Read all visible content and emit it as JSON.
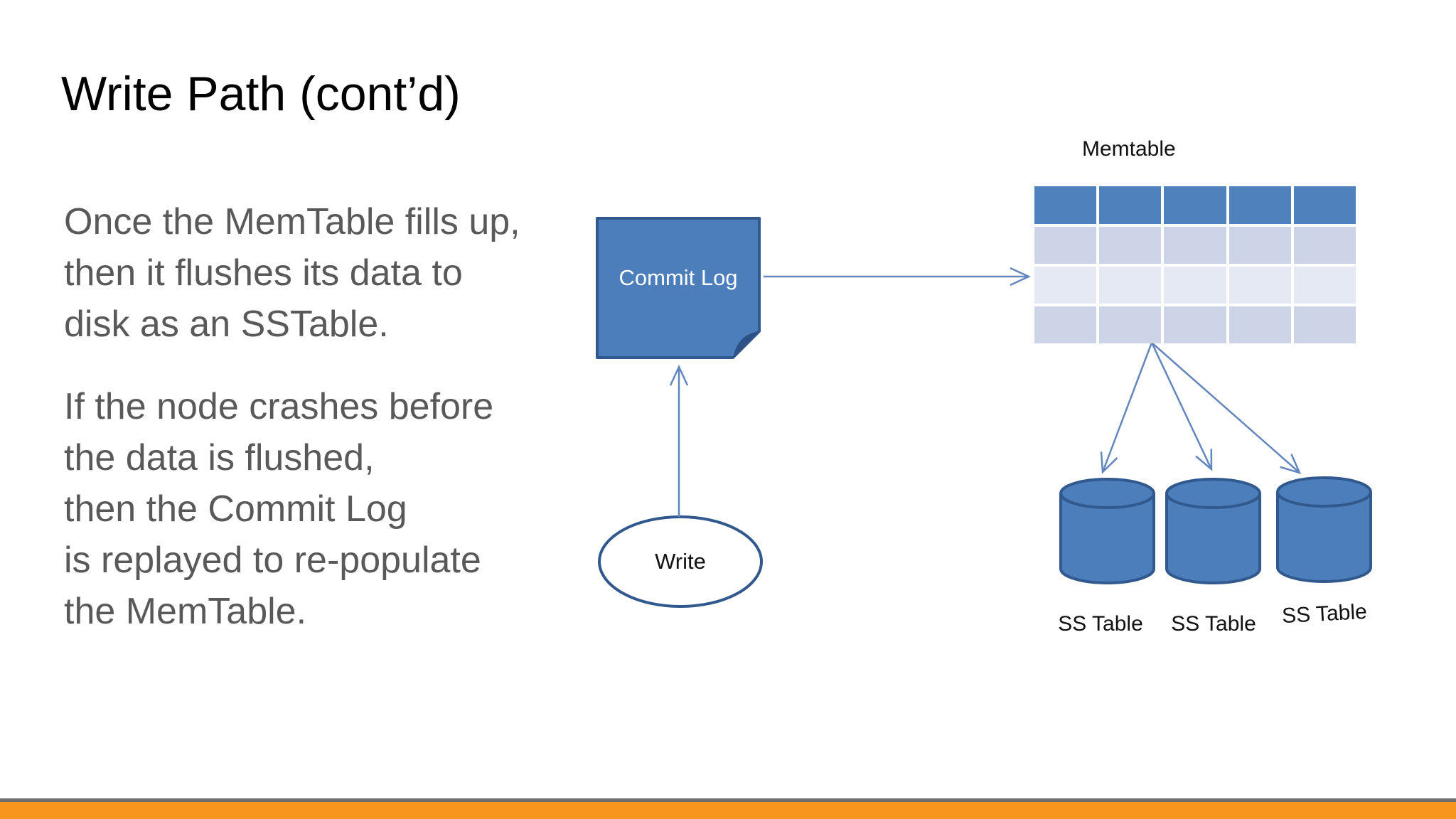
{
  "slide": {
    "title": "Write Path (cont’d)",
    "body": {
      "para1_lines": [
        "Once the MemTable fills up,",
        "then it flushes its data to",
        "disk as an SSTable."
      ],
      "para2_lines": [
        "If the node crashes before",
        "the data is flushed,",
        "then the Commit Log",
        "is replayed to re-populate",
        "the MemTable."
      ]
    }
  },
  "diagram": {
    "commit_log_label": "Commit Log",
    "write_label": "Write",
    "memtable_label": "Memtable",
    "sstable_labels": [
      "SS Table",
      "SS Table",
      "SS Table"
    ],
    "memtable_grid": {
      "columns": 5,
      "rows": 4,
      "header_row": 1
    }
  },
  "colors": {
    "title_text": "#000000",
    "body_text": "#595959",
    "label_text": "#111111",
    "shape_fill": "#4B7EBB",
    "shape_border": "#31598E",
    "fold": "#2B5186",
    "ellipse_fill": "#FFFFFF",
    "arrow": "#6286BD",
    "table_header": "#4F81BD",
    "table_row_light": "#CDD4E8",
    "table_row_lighter": "#E4E9F4",
    "footer_gray": "#6E6E6E",
    "footer_orange": "#F7951E"
  }
}
